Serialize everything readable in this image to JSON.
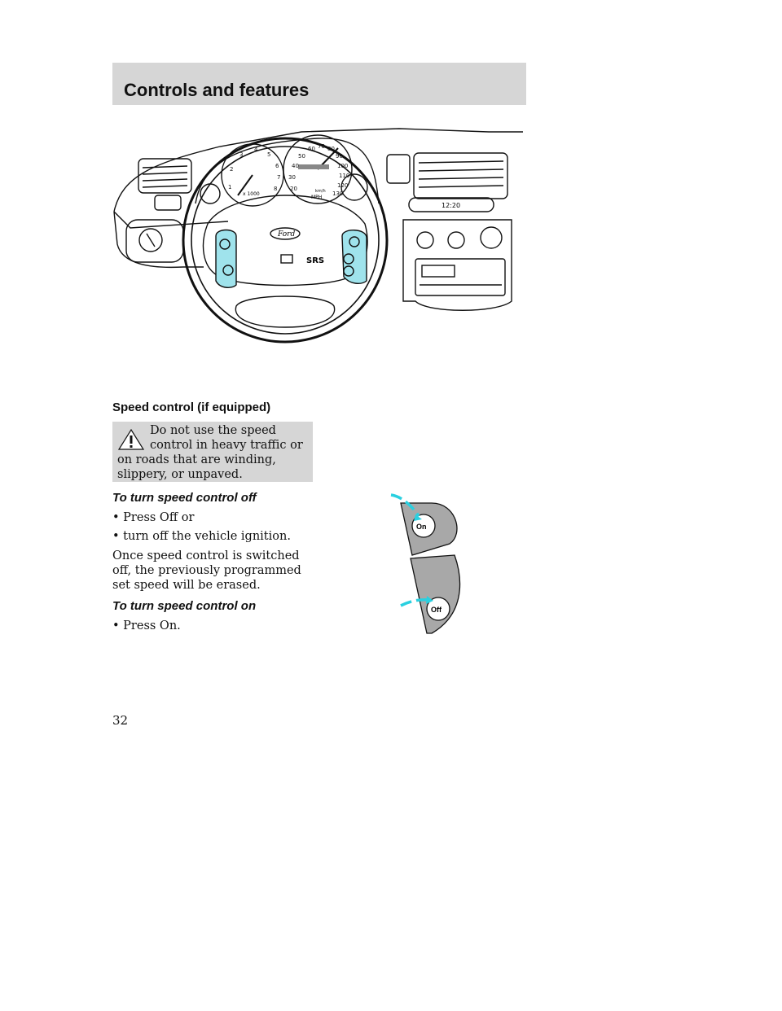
{
  "header": {
    "title": "Controls and features"
  },
  "dashboard": {
    "tach_label": "x 1000",
    "speedo_label": "MPH",
    "speedo_sub": "km/h",
    "clock": "12:20",
    "brand": "Ford",
    "airbag": "SRS",
    "tach_numbers": [
      "1",
      "2",
      "3",
      "4",
      "5",
      "6",
      "7",
      "8"
    ],
    "speed_numbers": [
      "20",
      "30",
      "40",
      "50",
      "60",
      "70",
      "80",
      "90",
      "100",
      "110",
      "120",
      "130"
    ]
  },
  "section": {
    "title": "Speed control (if equipped)",
    "warning": "Do not use the speed control in heavy traffic or on roads that are winding, slippery, or unpaved.",
    "off_heading": "To turn speed control off",
    "off_bullets": [
      "Press Off or",
      "turn off the vehicle ignition."
    ],
    "off_paragraph": "Once speed control is switched off, the previously programmed set speed will be erased.",
    "on_heading": "To turn speed control on",
    "on_bullets": [
      "Press On."
    ]
  },
  "switch": {
    "on_label": "On",
    "off_label": "Off",
    "accent": "#2ad0e0"
  },
  "page_number": "32"
}
